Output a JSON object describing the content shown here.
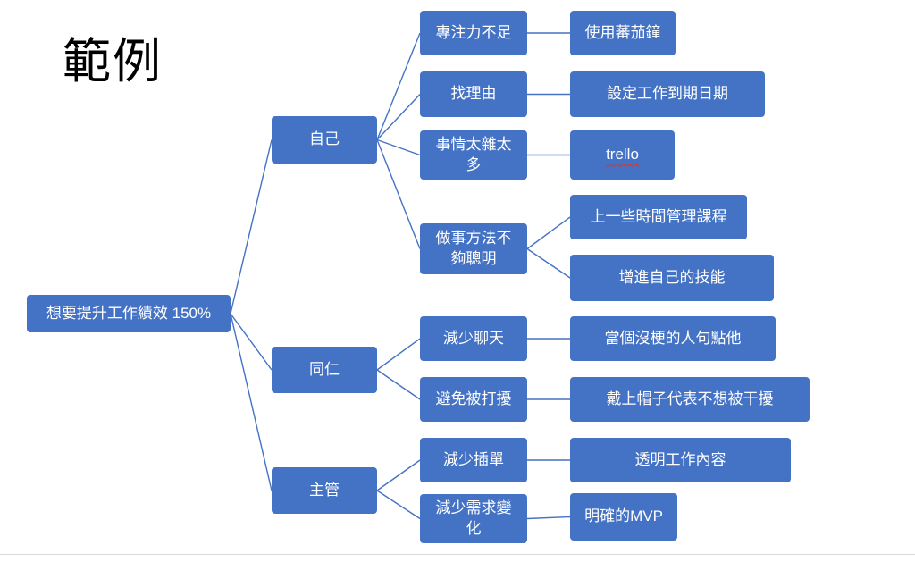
{
  "slide": {
    "title": "範例",
    "accent_color": "#4472C4",
    "node_text_color": "#ffffff",
    "spellcheck_underline_color": "#e0301e"
  },
  "mindmap": {
    "root": {
      "label": "想要提升工作績效 150%",
      "children": [
        {
          "label": "自己",
          "children": [
            {
              "label": "專注力不足",
              "children": [
                {
                  "label": "使用蕃茄鐘"
                }
              ]
            },
            {
              "label": "找理由",
              "children": [
                {
                  "label": "設定工作到期日期"
                }
              ]
            },
            {
              "label": "事情太雜太多",
              "children": [
                {
                  "label": "trello",
                  "misspelled": true
                }
              ]
            },
            {
              "label": "做事方法不夠聰明",
              "children": [
                {
                  "label": "上一些時間管理課程"
                },
                {
                  "label": "增進自己的技能"
                }
              ]
            }
          ]
        },
        {
          "label": "同仁",
          "children": [
            {
              "label": "減少聊天",
              "children": [
                {
                  "label": "當個沒梗的人句點他"
                }
              ]
            },
            {
              "label": "避免被打擾",
              "children": [
                {
                  "label": "戴上帽子代表不想被干擾"
                }
              ]
            }
          ]
        },
        {
          "label": "主管",
          "children": [
            {
              "label": "減少插單",
              "children": [
                {
                  "label": "透明工作內容"
                }
              ]
            },
            {
              "label": "減少需求變化",
              "children": [
                {
                  "label": "明確的MVP"
                }
              ]
            }
          ]
        }
      ]
    }
  }
}
